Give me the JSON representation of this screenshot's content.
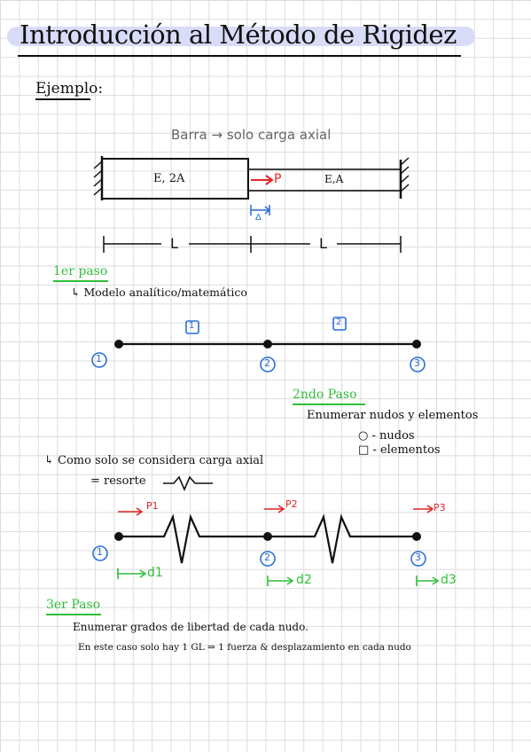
{
  "title": "Introducción al Método de Rigidez",
  "example_label": "Ejemplo:",
  "bar": {
    "caption": "Barra → solo carga axial",
    "left_label": "E, 2A",
    "right_label": "E,A",
    "load_label": "P",
    "delta_label": "Δ",
    "dim_left": "L",
    "dim_right": "L"
  },
  "step1": {
    "title": "1er paso",
    "desc": "↳ Modelo analítico/matemático",
    "nodes": [
      "1",
      "2",
      "3"
    ],
    "elements": [
      "1",
      "2"
    ]
  },
  "step2": {
    "title": "2ndo Paso",
    "desc": "Enumerar nudos y elementos",
    "legend_nodes": "○ - nudos",
    "legend_elements": "□ - elementos"
  },
  "spring_note": {
    "line1": "↳ Como solo se considera carga axial",
    "line2": "= resorte"
  },
  "spring_model": {
    "nodes": [
      "1",
      "2",
      "3"
    ],
    "forces": [
      "P1",
      "P2",
      "P3"
    ],
    "displacements": [
      "d1",
      "d2",
      "d3"
    ]
  },
  "step3": {
    "title": "3er Paso",
    "line1": "Enumerar grados de libertad de cada nudo.",
    "line2": "En este caso solo hay 1 GL ⇒ 1 fuerza & desplazamiento en cada nudo"
  },
  "colors": {
    "highlight": "#d9dcf7",
    "green": "#2fbf3a",
    "blue": "#2a6fd6",
    "red": "#e02525"
  }
}
